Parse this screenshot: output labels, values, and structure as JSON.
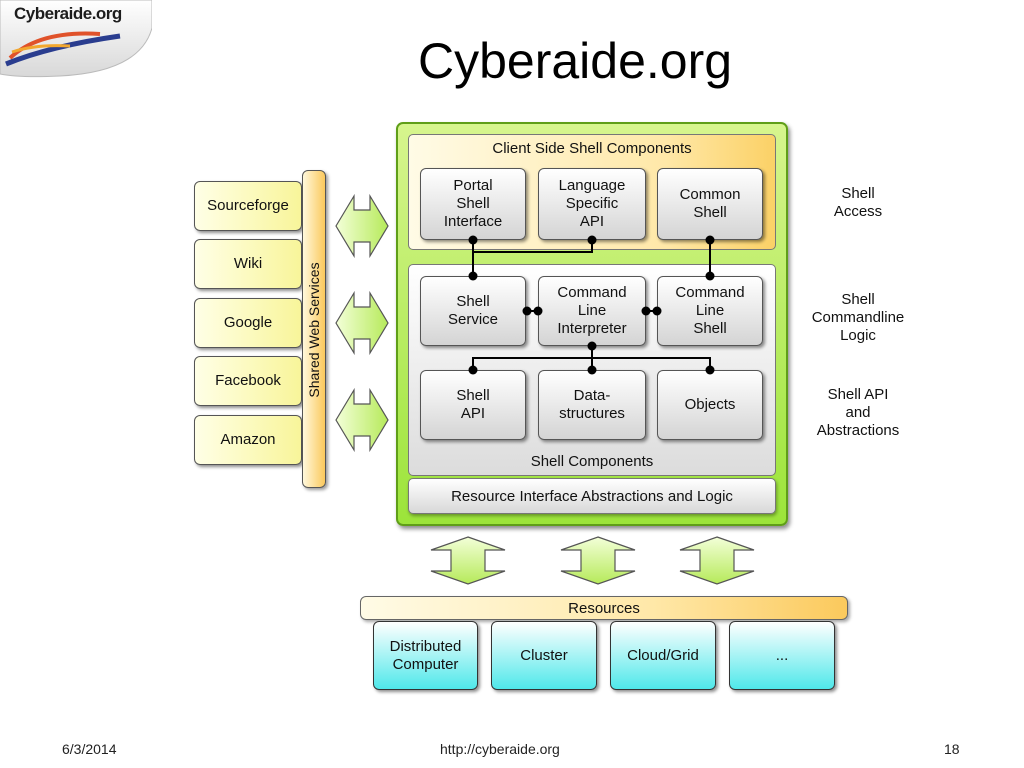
{
  "logo": {
    "text": "Cyberaide.org"
  },
  "title": "Cyberaide.org",
  "diagram": {
    "client_panel_label": "Client Side Shell Components",
    "client_components": [
      {
        "label": "Portal\nShell\nInterface"
      },
      {
        "label": "Language\nSpecific\nAPI"
      },
      {
        "label": "Common\nShell"
      }
    ],
    "shell_row": [
      {
        "label": "Shell\nService"
      },
      {
        "label": "Command\nLine\nInterpreter"
      },
      {
        "label": "Command\nLine\nShell"
      }
    ],
    "api_row": [
      {
        "label": "Shell\nAPI"
      },
      {
        "label": "Data-\nstructures"
      },
      {
        "label": "Objects"
      }
    ],
    "shell_panel_label": "Shell Components",
    "resource_interface_label": "Resource Interface Abstractions and Logic",
    "web_services": [
      "Sourceforge",
      "Wiki",
      "Google",
      "Facebook",
      "Amazon"
    ],
    "shared_web_services_label": "Shared Web Services",
    "resources_label": "Resources",
    "resources": [
      {
        "label": "Distributed\nComputer"
      },
      {
        "label": "Cluster"
      },
      {
        "label": "Cloud/Grid"
      },
      {
        "label": "..."
      }
    ],
    "side_labels": [
      {
        "label": "Shell\nAccess"
      },
      {
        "label": "Shell\nCommandline\nLogic"
      },
      {
        "label": "Shell API\nand\nAbstractions"
      }
    ],
    "colors": {
      "frame_green": "#9ce43a",
      "arrow_green": "#c8f07a",
      "resource_cyan": "#4fe8ea",
      "web_yellow": "#f8f59a",
      "panel_orange": "#fbd166"
    }
  },
  "footer": {
    "date": "6/3/2014",
    "url": "http://cyberaide.org",
    "page": "18"
  }
}
